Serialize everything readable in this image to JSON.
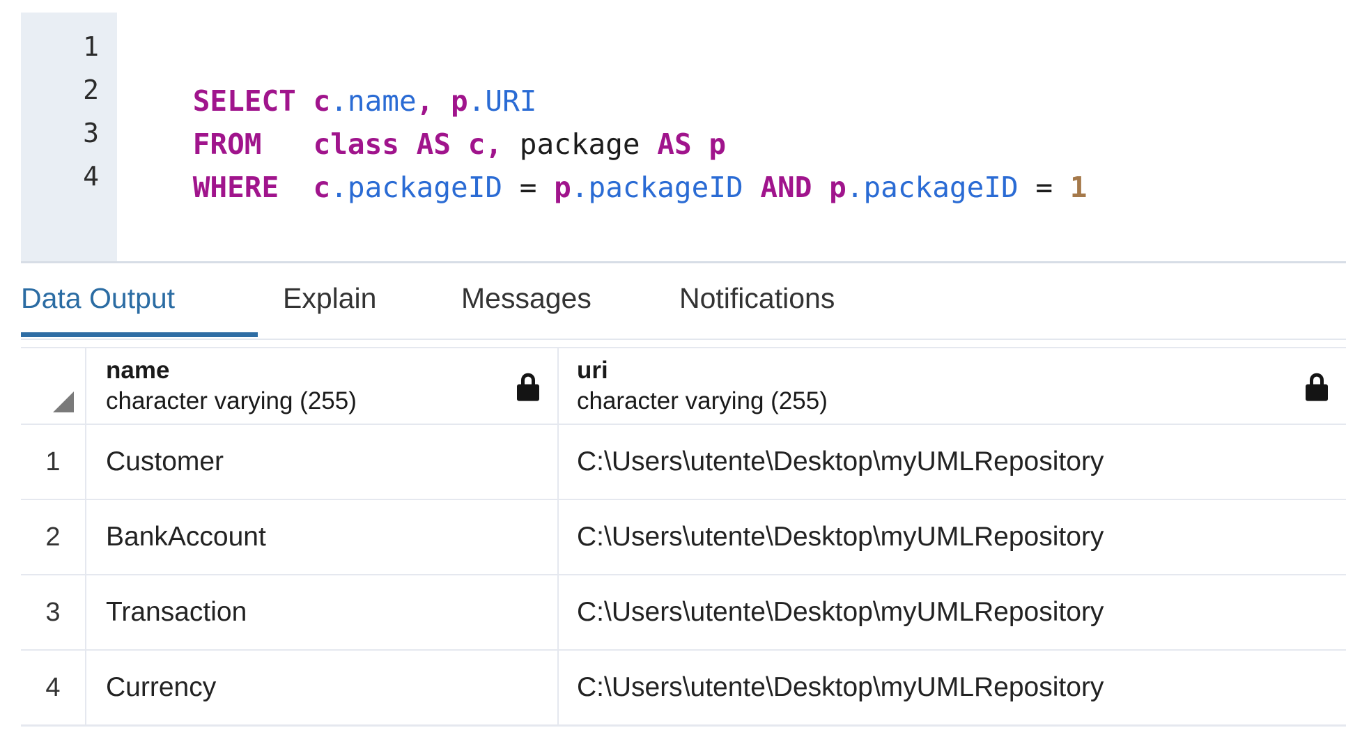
{
  "editor": {
    "line_numbers": [
      "1",
      "2",
      "3",
      "4"
    ],
    "lines": [
      {
        "number": "1",
        "tokens": [
          {
            "text": "SELECT",
            "kind": "keyword"
          },
          {
            "text": " ",
            "kind": "plain"
          },
          {
            "text": "c",
            "kind": "alias"
          },
          {
            "text": ".name",
            "kind": "column"
          },
          {
            "text": ",",
            "kind": "punctuation"
          },
          {
            "text": " ",
            "kind": "plain"
          },
          {
            "text": "p",
            "kind": "alias"
          },
          {
            "text": ".URI",
            "kind": "column"
          }
        ],
        "plain": "SELECT c.name, p.URI"
      },
      {
        "number": "2",
        "tokens": [
          {
            "text": "FROM",
            "kind": "keyword"
          },
          {
            "text": "   ",
            "kind": "plain"
          },
          {
            "text": "class",
            "kind": "keyword"
          },
          {
            "text": " ",
            "kind": "plain"
          },
          {
            "text": "AS",
            "kind": "keyword"
          },
          {
            "text": " ",
            "kind": "plain"
          },
          {
            "text": "c",
            "kind": "alias"
          },
          {
            "text": ",",
            "kind": "punctuation"
          },
          {
            "text": " ",
            "kind": "plain"
          },
          {
            "text": "package",
            "kind": "identifier"
          },
          {
            "text": " ",
            "kind": "plain"
          },
          {
            "text": "AS",
            "kind": "keyword"
          },
          {
            "text": " ",
            "kind": "plain"
          },
          {
            "text": "p",
            "kind": "alias"
          }
        ],
        "plain": "FROM   class AS c, package AS p"
      },
      {
        "number": "3",
        "tokens": [
          {
            "text": "WHERE",
            "kind": "keyword"
          },
          {
            "text": "  ",
            "kind": "plain"
          },
          {
            "text": "c",
            "kind": "alias"
          },
          {
            "text": ".packageID",
            "kind": "column"
          },
          {
            "text": " = ",
            "kind": "operator"
          },
          {
            "text": "p",
            "kind": "alias"
          },
          {
            "text": ".packageID",
            "kind": "column"
          },
          {
            "text": " ",
            "kind": "plain"
          },
          {
            "text": "AND",
            "kind": "keyword"
          },
          {
            "text": " ",
            "kind": "plain"
          },
          {
            "text": "p",
            "kind": "alias"
          },
          {
            "text": ".packageID",
            "kind": "column"
          },
          {
            "text": " = ",
            "kind": "operator"
          },
          {
            "text": "1",
            "kind": "number"
          }
        ],
        "plain": "WHERE  c.packageID = p.packageID AND p.packageID = 1"
      },
      {
        "number": "4",
        "tokens": [],
        "plain": ""
      }
    ],
    "syntax_colors": {
      "keyword": "#a0148c",
      "alias": "#a0148c",
      "column": "#2a6bd4",
      "identifier": "#1c1c1c",
      "operator": "#1c1c1c",
      "number": "#a5794a",
      "gutter_background": "#e9eef4",
      "background": "#ffffff"
    }
  },
  "tabs": {
    "items": [
      {
        "label": "Data Output",
        "active": true
      },
      {
        "label": "Explain",
        "active": false
      },
      {
        "label": "Messages",
        "active": false
      },
      {
        "label": "Notifications",
        "active": false
      }
    ],
    "active_color": "#2b6ca3",
    "inactive_color": "#333333",
    "underline_color": "#2e6da4"
  },
  "results": {
    "columns": [
      {
        "name": "name",
        "type": "character varying (255)",
        "icon": "lock-icon"
      },
      {
        "name": "uri",
        "type": "character varying (255)",
        "icon": "lock-icon"
      }
    ],
    "rows": [
      {
        "num": "1",
        "name": "Customer",
        "uri": "C:\\Users\\utente\\Desktop\\myUMLRepository"
      },
      {
        "num": "2",
        "name": "BankAccount",
        "uri": "C:\\Users\\utente\\Desktop\\myUMLRepository"
      },
      {
        "num": "3",
        "name": "Transaction",
        "uri": "C:\\Users\\utente\\Desktop\\myUMLRepository"
      },
      {
        "num": "4",
        "name": "Currency",
        "uri": "C:\\Users\\utente\\Desktop\\myUMLRepository"
      }
    ],
    "corner_icon": "sort-triangle-icon",
    "grid_border_color": "#e5e8ef"
  }
}
